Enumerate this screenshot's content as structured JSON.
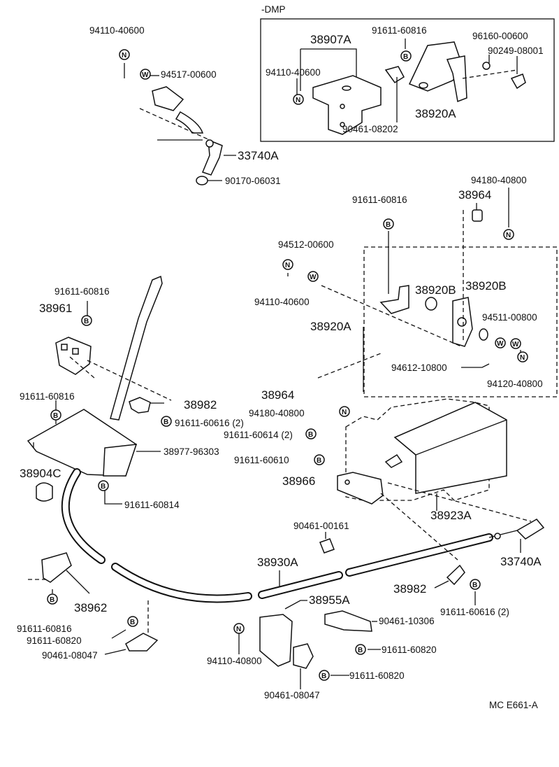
{
  "dmp_label": "-DMP",
  "footer_code": "MC E661-A",
  "part_labels": {
    "p94110_40600_top": "94110-40600",
    "p94517_00600": "94517-00600",
    "p33740A_top": "33740A",
    "p90170_06031": "90170-06031",
    "p38907A": "38907A",
    "p94110_40600_dmp": "94110-40600",
    "p91611_60816_dmp": "91611-60816",
    "p96160_00600": "96160-00600",
    "p90249_08001": "90249-08001",
    "p38920A_dmp": "38920A",
    "p90461_08202": "90461-08202",
    "p91611_60816_mid": "91611-60816",
    "p38964_top": "38964",
    "p94180_40800_top": "94180-40800",
    "p94512_00600": "94512-00600",
    "p94110_40600_mid": "94110-40600",
    "p38920B_left": "38920B",
    "p38920B_right": "38920B",
    "p38920A_mid": "38920A",
    "p94511_00800": "94511-00800",
    "p94612_10800": "94612-10800",
    "p94120_40800": "94120-40800",
    "p38964_low": "38964",
    "p94180_40800_low": "94180-40800",
    "p91611_60616_2a": "91611-60616 (2)",
    "p91611_60614_2": "91611-60614 (2)",
    "p91611_60610": "91611-60610",
    "p38966": "38966",
    "p38923A": "38923A",
    "p91611_60816_left": "91611-60816",
    "p38961": "38961",
    "p91611_60816_left2": "91611-60816",
    "p38982_top": "38982",
    "p38977_96303": "38977-96303",
    "p38904C": "38904C",
    "p91611_60814": "91611-60814",
    "p90461_00161": "90461-00161",
    "p33740A_low": "33740A",
    "p38930A": "38930A",
    "p38982_low": "38982",
    "p91611_60616_2b": "91611-60616 (2)",
    "p38962": "38962",
    "p91611_60816_bl": "91611-60816",
    "p91611_60820_bl": "91611-60820",
    "p90461_08047_bl": "90461-08047",
    "p38955A": "38955A",
    "p90461_10306": "90461-10306",
    "p91611_60820_r": "91611-60820",
    "p94110_40800": "94110-40800",
    "p91611_60820_r2": "91611-60820",
    "p90461_08047_b": "90461-08047"
  },
  "symbols": {
    "n": "N",
    "w": "W",
    "b": "B"
  }
}
